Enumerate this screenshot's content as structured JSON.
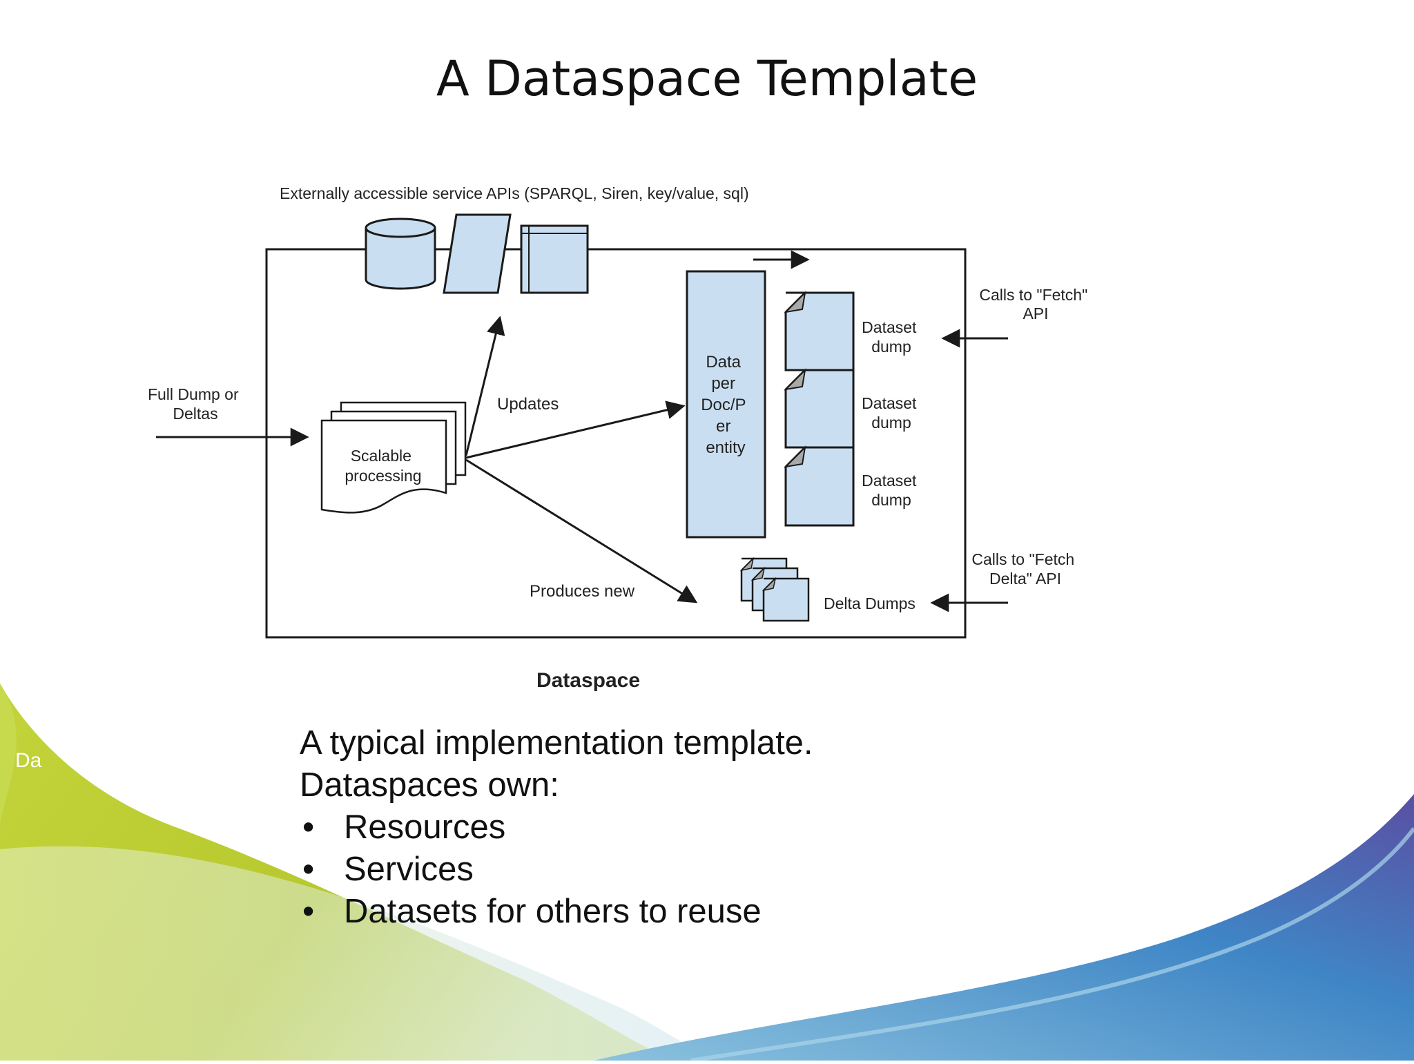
{
  "slide": {
    "title": "A Dataspace Template",
    "side_text": "Da",
    "intro_lines": [
      "A typical implementation template.",
      "Dataspaces own:"
    ],
    "bullets": [
      "Resources",
      "Services",
      "Datasets for others to reuse"
    ],
    "bullet_glyph": "•"
  },
  "diagram": {
    "apis_label": "Externally accessible service APIs (SPARQL, Siren, key/value, sql)",
    "input_label_lines": [
      "Full Dump or",
      "Deltas"
    ],
    "processing_label_lines": [
      "Scalable",
      "processing"
    ],
    "updates_label": "Updates",
    "produces_label": "Produces new",
    "store_label_lines": [
      "Data",
      "per",
      "Doc/P",
      "er",
      "entity"
    ],
    "dumps": [
      {
        "label_lines": [
          "Dataset",
          "dump"
        ]
      },
      {
        "label_lines": [
          "Dataset",
          "dump"
        ]
      },
      {
        "label_lines": [
          "Dataset",
          "dump"
        ]
      }
    ],
    "delta_label": "Delta Dumps",
    "fetch_label_lines": [
      "Calls to \"Fetch\"",
      "API"
    ],
    "fetch_delta_label_lines": [
      "Calls to \"Fetch",
      "Delta\" API"
    ],
    "box_caption": "Dataspace"
  },
  "colors": {
    "shape_fill": "#c9dff1",
    "line": "#1a1a1a",
    "wave_green": "#b9cc2e",
    "wave_blue": "#3f86c6"
  }
}
